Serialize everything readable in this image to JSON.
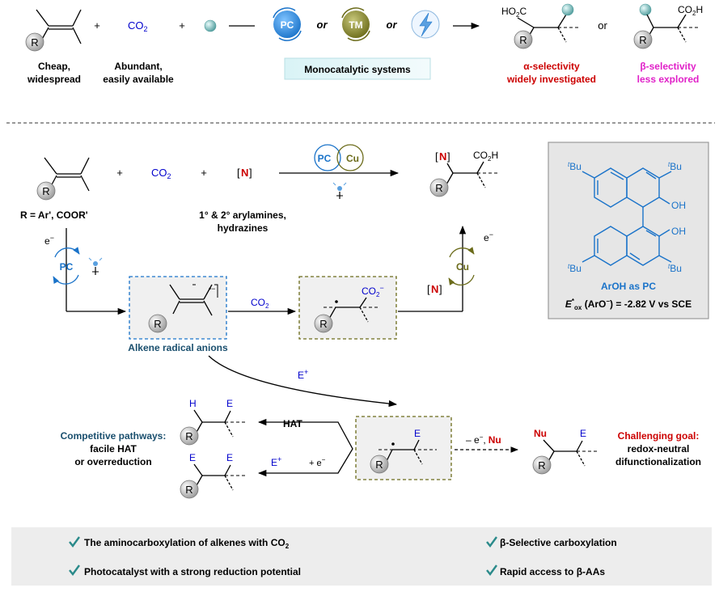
{
  "top": {
    "alkene_label_line1": "Cheap,",
    "alkene_label_line2": "widespread",
    "co2": "CO",
    "co2_sub": "2",
    "co2_label_line1": "Abundant,",
    "co2_label_line2": "easily available",
    "plus": "+",
    "pc": "PC",
    "tm": "TM",
    "or": "or",
    "mono_label": "Monocatalytic systems",
    "alpha_ho2c": "HO",
    "alpha_ho2c_sub": "2",
    "alpha_ho2c_end": "C",
    "beta_co2h": "CO",
    "beta_co2h_sub": "2",
    "beta_co2h_end": "H",
    "alpha_line1": "α-selectivity",
    "alpha_line2": "widely investigated",
    "beta_line1": "β-selectivity",
    "beta_line2": "less explored",
    "r": "R"
  },
  "mid": {
    "r_def": "R = Ar', COOR'",
    "co2": "CO",
    "co2_sub": "2",
    "plus": "+",
    "n": "N",
    "amines_line1": "1° & 2° arylamines,",
    "amines_line2": "hydrazines",
    "pc": "PC",
    "cu": "Cu",
    "product_co2h": "CO",
    "product_co2h_sub": "2",
    "product_co2h_end": "H",
    "electron": "e",
    "minus": "−",
    "radical_anion_label": "Alkene radical anions",
    "radical_charge": "•−",
    "arrow_co2": "CO",
    "arrow_co2_sub": "2",
    "carboxyl": "CO",
    "carboxyl_sub": "2",
    "carboxyl_sup": "−",
    "e_plus": "E",
    "plus_sup": "+",
    "r": "R"
  },
  "arol": {
    "tbu": "Bu",
    "tbu_t": "t",
    "oh": "OH",
    "label": "ArOH as PC",
    "potential_e": "E",
    "potential_sup": "*",
    "potential_sub": "ox",
    "potential_rest": " (ArO",
    "potential_minus": "−",
    "potential_tail": ") = -2.82 V vs SCE"
  },
  "bottom": {
    "h": "H",
    "e": "E",
    "hat": "HAT",
    "plus_e": "+ e",
    "e_plus": "E",
    "competitive_line1": "Competitive pathways:",
    "competitive_line2": "facile HAT",
    "competitive_line3": "or overreduction",
    "minus_e": "– e",
    "comma": ",",
    "nu": "Nu",
    "goal_line1": "Challenging goal:",
    "goal_line2": "redox-neutral",
    "goal_line3": "difunctionalization",
    "r": "R"
  },
  "summary": {
    "item1": "The aminocarboxylation of alkenes with CO",
    "item1_sub": "2",
    "item2": "Photocatalyst with a strong reduction potential",
    "item3": "β-Selective carboxylation",
    "item4": "Rapid access to β-AAs"
  },
  "colors": {
    "blue": "#1a73c9",
    "navy": "#0000cc",
    "olive": "#6b6b1a",
    "red": "#cc0000",
    "magenta": "#e020c8",
    "teal_dark": "#1a4f6e",
    "check": "#2a8a8a"
  }
}
